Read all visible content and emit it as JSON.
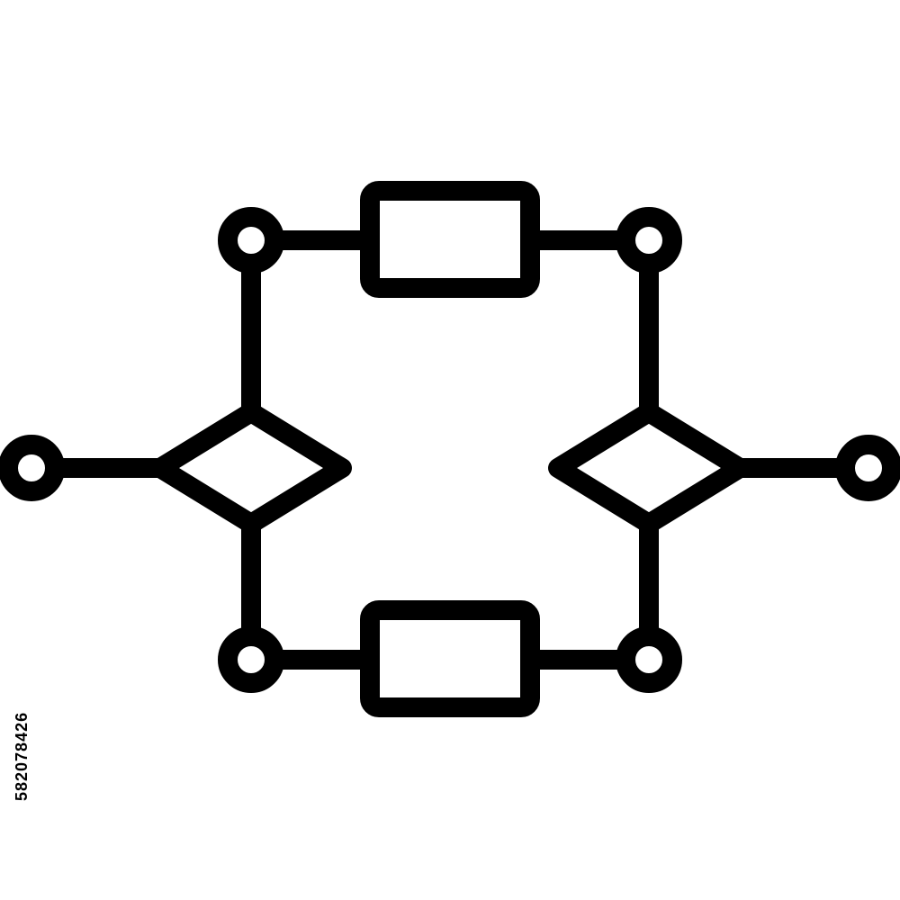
{
  "diagram": {
    "stroke_color": "#000000",
    "fill_color": "#ffffff",
    "elements": {
      "nodes": [
        "input-terminal",
        "output-terminal",
        "top-left-junction",
        "top-right-junction",
        "bottom-left-junction",
        "bottom-right-junction"
      ],
      "decisions": [
        "left-decision-diamond",
        "right-decision-diamond"
      ],
      "processes": [
        "top-process-box",
        "bottom-process-box"
      ]
    }
  },
  "stock_label": {
    "id": "582078426",
    "color": "#000000"
  }
}
